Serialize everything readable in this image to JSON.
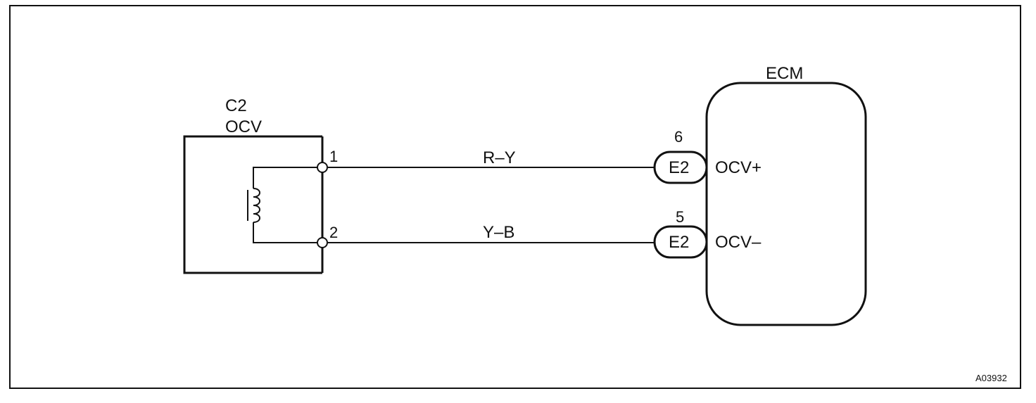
{
  "diagram": {
    "component": {
      "connector": "C2",
      "name": "OCV",
      "pins": [
        {
          "number": "1"
        },
        {
          "number": "2"
        }
      ]
    },
    "wires": [
      {
        "color_code": "R–Y"
      },
      {
        "color_code": "Y–B"
      }
    ],
    "ecm": {
      "name": "ECM",
      "terminals": [
        {
          "pin": "6",
          "connector": "E2",
          "signal": "OCV+"
        },
        {
          "pin": "5",
          "connector": "E2",
          "signal": "OCV–"
        }
      ]
    },
    "figure_code": "A03932"
  }
}
